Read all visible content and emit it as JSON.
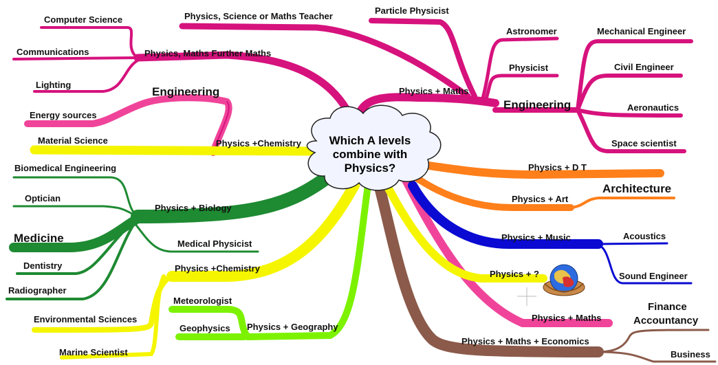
{
  "center": {
    "line1": "Which A levels",
    "line2": "combine with",
    "line3": "Physics?"
  },
  "colors": {
    "magenta": "#d6127d",
    "pink": "#f0449a",
    "yellow": "#f5f500",
    "green": "#1e8a32",
    "lime": "#7cf200",
    "orange": "#ff7f1a",
    "blue": "#0a0ad2",
    "brown": "#8b5a4a"
  },
  "labels": {
    "physics_science_maths_teacher": "Physics, Science or Maths Teacher",
    "particle_physicist": "Particle Physicist",
    "computer_science": "Computer Science",
    "communications": "Communications",
    "physics_maths_further": "Physics, Maths  Further Maths",
    "lighting": "Lighting",
    "engineering_left": "Engineering",
    "energy_sources": "Energy sources",
    "material_science": "Material Science",
    "physics_chemistry_top": "Physics +Chemistry",
    "astronomer": "Astronomer",
    "physicist": "Physicist",
    "physics_maths_top": "Physics + Maths",
    "mechanical_engineer": "Mechanical Engineer",
    "civil_engineer": "Civil Engineer",
    "engineering_right": "Engineering",
    "aeronautics": "Aeronautics",
    "space_scientist": "Space scientist",
    "physics_dt": "Physics + D T",
    "architecture": "Architecture",
    "physics_art": "Physics + Art",
    "physics_music": "Physics + Music",
    "acoustics": "Acoustics",
    "sound_engineer": "Sound Engineer",
    "physics_question": "Physics + ?",
    "physics_maths_bottom": "Physics + Maths",
    "finance_accountancy_1": "Finance",
    "finance_accountancy_2": "Accountancy",
    "physics_maths_economics": "Physics + Maths + Economics",
    "business": "Business",
    "biomedical_engineering": "Biomedical Engineering",
    "optician": "Optician",
    "physics_biology": "Physics + Biology",
    "medicine": "Medicine",
    "medical_physicist": "Medical Physicist",
    "dentistry": "Dentistry",
    "radiographer": "Radiographer",
    "physics_chemistry_bottom": "Physics +Chemistry",
    "environmental_sciences": "Environmental Sciences",
    "meteorologist": "Meteorologist",
    "geophysics": "Geophysics",
    "physics_geography": "Physics + Geography",
    "marine_scientist": "Marine Scientist"
  },
  "icons": {
    "globe": "globe-in-hands-icon",
    "cursor": "crosshair-cursor-icon"
  }
}
